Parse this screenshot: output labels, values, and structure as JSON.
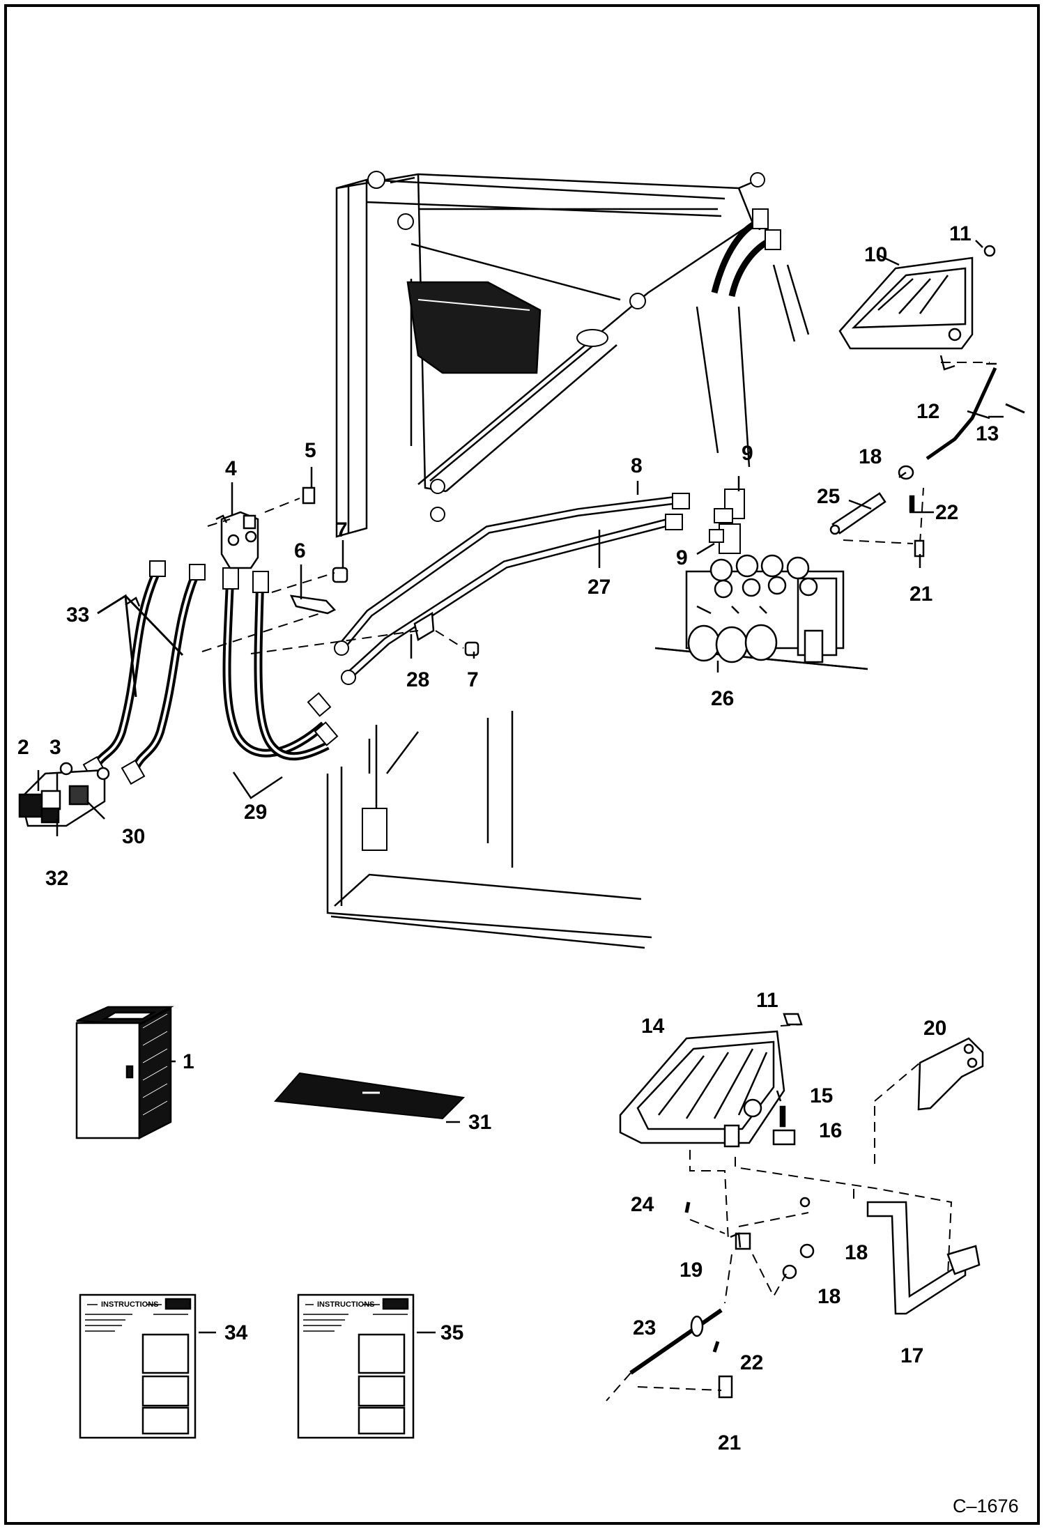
{
  "figure": {
    "id": "C–1676"
  },
  "callouts": {
    "n1": "1",
    "n2": "2",
    "n3": "3",
    "n4": "4",
    "n5": "5",
    "n6": "6",
    "n7a": "7",
    "n7b": "7",
    "n8": "8",
    "n9a": "9",
    "n9b": "9",
    "n10": "10",
    "n11a": "11",
    "n11b": "11",
    "n12": "12",
    "n13": "13",
    "n14": "14",
    "n15": "15",
    "n16": "16",
    "n17": "17",
    "n18a": "18",
    "n18b": "18",
    "n18c": "18",
    "n19": "19",
    "n20": "20",
    "n21a": "21",
    "n21b": "21",
    "n22a": "22",
    "n22b": "22",
    "n23": "23",
    "n24": "24",
    "n25": "25",
    "n26": "26",
    "n27": "27",
    "n28": "28",
    "n29": "29",
    "n30": "30",
    "n31": "31",
    "n32": "32",
    "n33": "33",
    "n34": "34",
    "n35": "35"
  },
  "instruction_sheet": {
    "heading": "INSTRUCTIONS"
  }
}
